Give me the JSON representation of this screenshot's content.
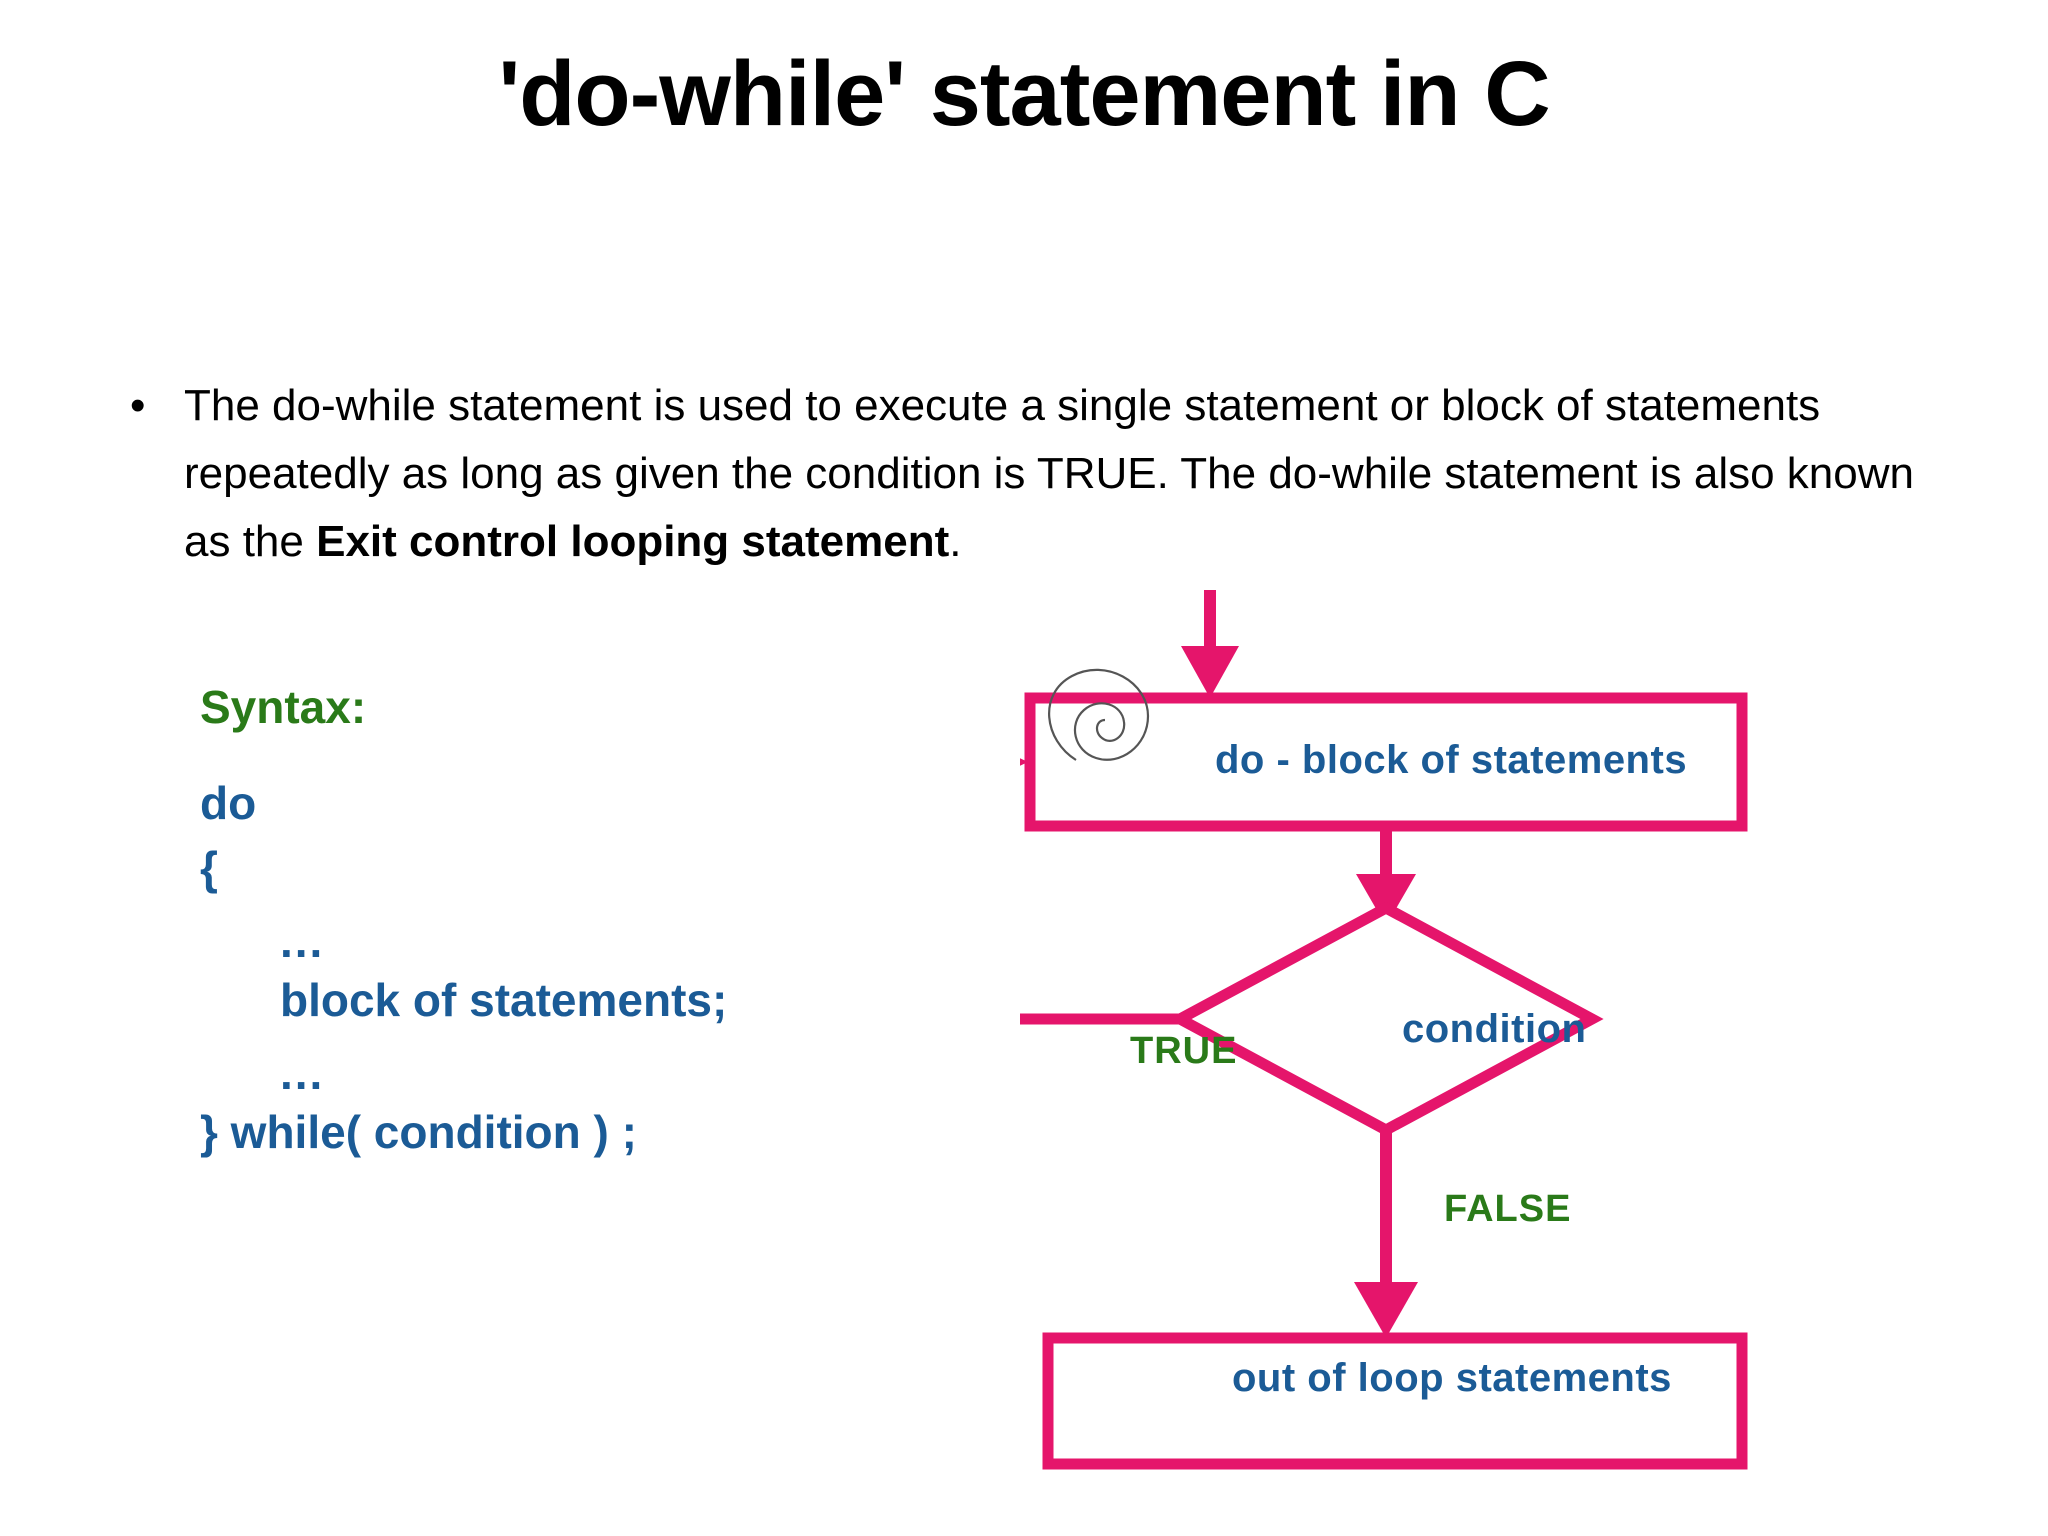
{
  "slide": {
    "title": "'do-while' statement in C",
    "background_color": "#ffffff"
  },
  "body": {
    "bullet_marker": "•",
    "paragraph_part1": "The do-while statement is used to execute a single statement or block of statements repeatedly as long as given the condition is TRUE. The do-while statement is also known as the ",
    "paragraph_bold": "Exit control looping statement",
    "paragraph_part2": "."
  },
  "syntax": {
    "label": "Syntax:",
    "lines": [
      "do",
      "{",
      "...",
      "block of statements;",
      "...",
      "} while( condition ) ;"
    ],
    "line_do": "do",
    "line_open_brace": "{",
    "line_dots_top": "...",
    "line_block": "block of statements;",
    "line_dots_bottom": "...",
    "line_while": "} while( condition ) ;"
  },
  "flowchart": {
    "process_box_label": "do - block of statements",
    "decision_label": "condition",
    "exit_box_label": "out of loop statements",
    "true_label": "TRUE",
    "false_label": "FALSE"
  },
  "colors": {
    "flow_stroke": "#E5156B",
    "flow_text": "#1B5B96",
    "label_green": "#2A7A19",
    "body_text": "#000000"
  }
}
